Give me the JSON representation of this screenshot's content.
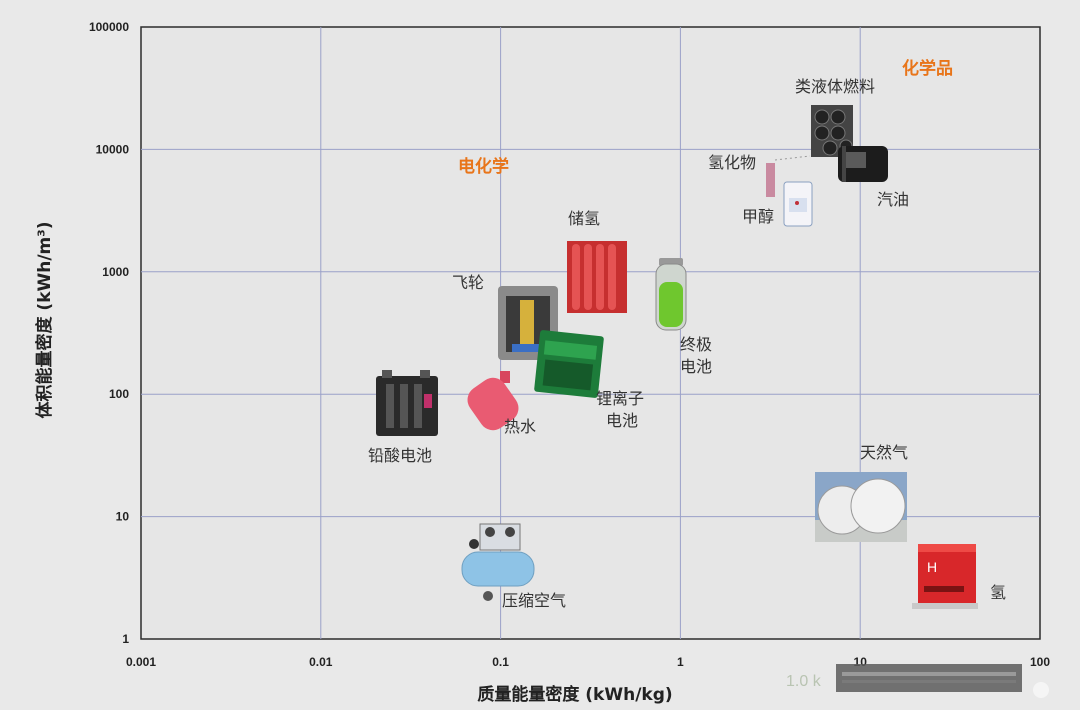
{
  "chart_data": {
    "type": "scatter",
    "title": "",
    "xlabel": "质量能量密度 (kWh/kg)",
    "ylabel": "体积能量密度 (kWh/m³)",
    "xscale": "log",
    "yscale": "log",
    "xlim": [
      0.001,
      100
    ],
    "ylim": [
      1,
      100000
    ],
    "grid": true,
    "xticks": [
      "0.001",
      "0.01",
      "0.1",
      "1",
      "10",
      "100"
    ],
    "yticks": [
      "1",
      "10",
      "100",
      "1000",
      "10000",
      "100000"
    ],
    "regions": [
      {
        "label": "电化学",
        "color": "#e8751a"
      },
      {
        "label": "化学品",
        "color": "#e8751a"
      }
    ],
    "points": [
      {
        "label": "类液体燃料",
        "x": 12,
        "y": 11000,
        "icon": "fuel-pellets-icon"
      },
      {
        "label": "氢化物",
        "x": 3,
        "y": 9000,
        "icon": "hydride-icon"
      },
      {
        "label": "汽油",
        "x": 13,
        "y": 8000,
        "icon": "gasoline-barrel-icon"
      },
      {
        "label": "甲醇",
        "x": 6,
        "y": 4000,
        "icon": "methanol-bottle-icon"
      },
      {
        "label": "储氢",
        "x": 0.5,
        "y": 1000,
        "icon": "hydrogen-cylinders-icon"
      },
      {
        "label": "飞轮",
        "x": 0.15,
        "y": 500,
        "icon": "flywheel-icon"
      },
      {
        "label": "终极电池",
        "x": 0.9,
        "y": 1000,
        "icon": "ultimate-battery-icon"
      },
      {
        "label": "锂离子电池",
        "x": 0.2,
        "y": 300,
        "icon": "li-ion-battery-icon"
      },
      {
        "label": "铅酸电池",
        "x": 0.04,
        "y": 100,
        "icon": "lead-acid-battery-icon"
      },
      {
        "label": "热水",
        "x": 0.1,
        "y": 100,
        "icon": "hot-water-bottle-icon"
      },
      {
        "label": "天然气",
        "x": 13,
        "y": 10,
        "icon": "gas-tanks-icon"
      },
      {
        "label": "氢",
        "x": 33,
        "y": 3,
        "icon": "hydrogen-element-icon"
      },
      {
        "label": "压缩空气",
        "x": 0.1,
        "y": 4,
        "icon": "air-compressor-icon"
      }
    ]
  },
  "overlay": {
    "stray_text": "1.0 k"
  }
}
